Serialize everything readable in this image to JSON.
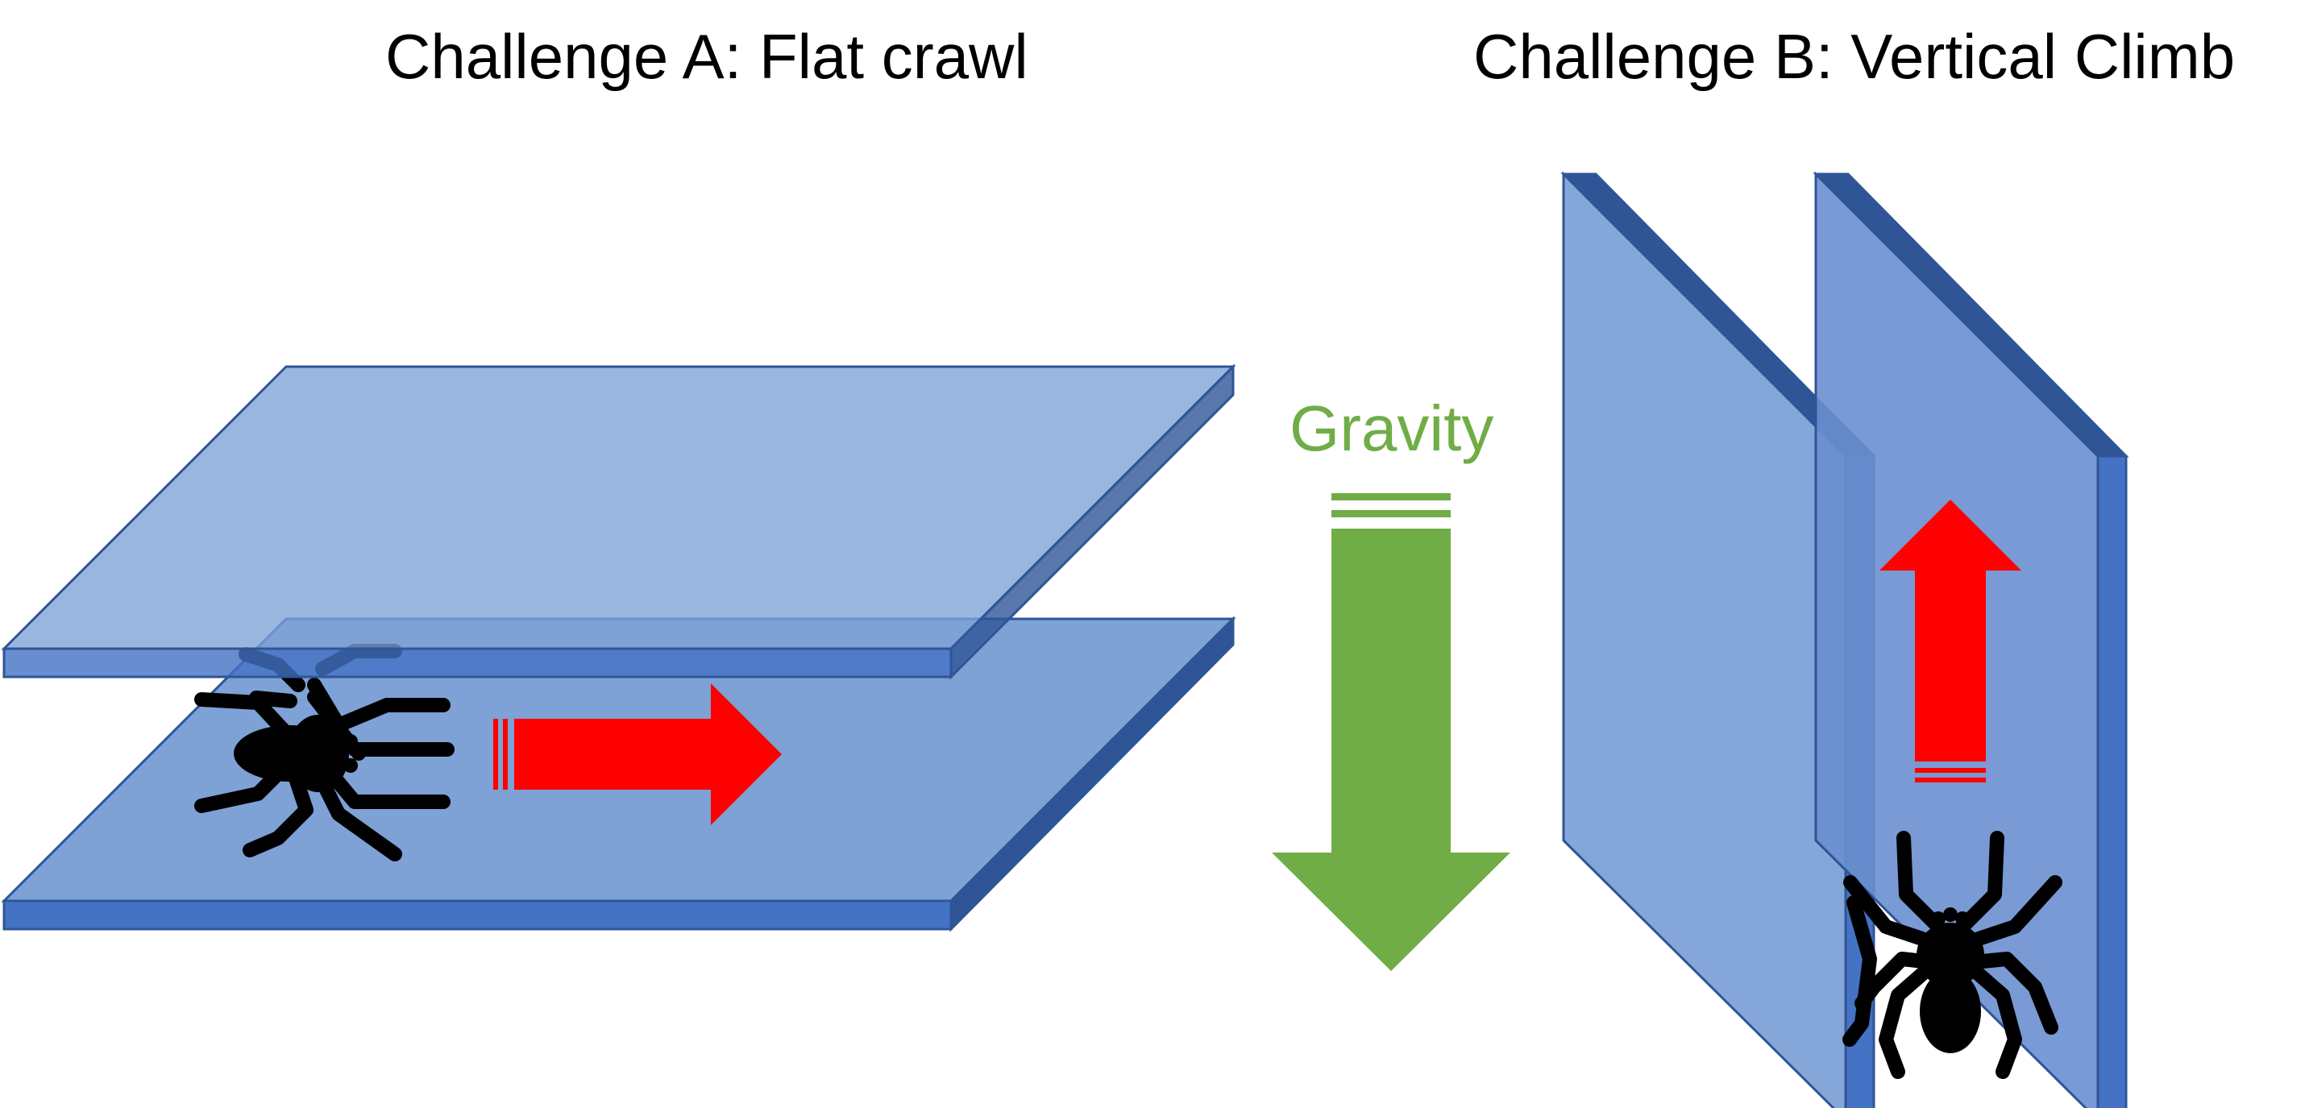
{
  "challenges": [
    {
      "id": "A",
      "title": "Challenge A: Flat crawl"
    },
    {
      "id": "B",
      "title": "Challenge B: Vertical Climb"
    }
  ],
  "gravity": {
    "label": "Gravity"
  },
  "colors": {
    "plate_top": "#7EA1D6",
    "plate_front": "#4472C4",
    "plate_side": "#2F5597",
    "gravity": "#70AD47",
    "motion_arrow": "#FF0000",
    "spider": "#000000"
  },
  "icons": {
    "spider": "spider-icon",
    "motion_arrow": "arrow-right-icon",
    "climb_arrow": "arrow-up-icon",
    "gravity_arrow": "arrow-down-icon"
  }
}
